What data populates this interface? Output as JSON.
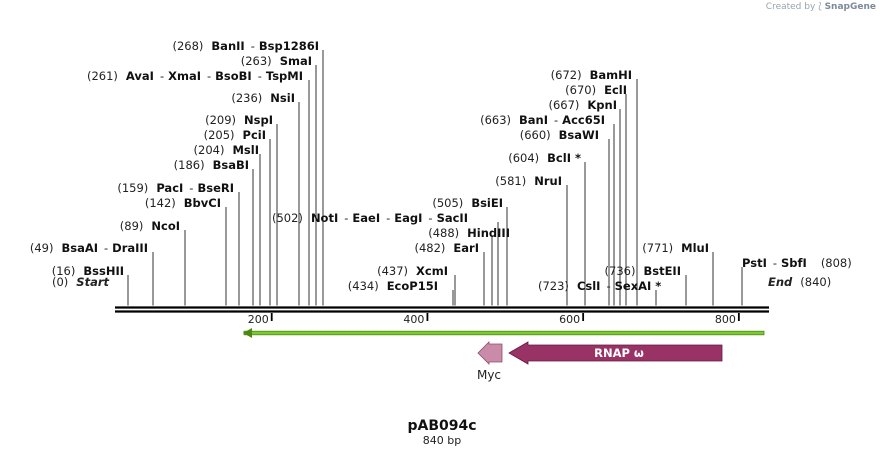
{
  "credit": {
    "prefix": "Created by",
    "brand": "SnapGene",
    "icon": "snapgene-logo-icon"
  },
  "map": {
    "name": "pAB094c",
    "length_label": "840 bp",
    "length_bp": 840,
    "ruler_ticks": [
      "200",
      "400",
      "600",
      "800"
    ],
    "start_label": {
      "num": "(0)",
      "name": "Start"
    },
    "end_label": {
      "num": "(840)",
      "name": "End"
    }
  },
  "sites": [
    {
      "num": "(16)",
      "names": [
        "BssHII"
      ],
      "star": false
    },
    {
      "num": "(49)",
      "names": [
        "BsaAI",
        "DraIII"
      ],
      "star": false
    },
    {
      "num": "(89)",
      "names": [
        "NcoI"
      ],
      "star": false
    },
    {
      "num": "(142)",
      "names": [
        "BbvCI"
      ],
      "star": false
    },
    {
      "num": "(159)",
      "names": [
        "PacI",
        "BseRI"
      ],
      "star": false
    },
    {
      "num": "(186)",
      "names": [
        "BsaBI"
      ],
      "star": false
    },
    {
      "num": "(204)",
      "names": [
        "MslI"
      ],
      "star": false
    },
    {
      "num": "(205)",
      "names": [
        "PciI"
      ],
      "star": false
    },
    {
      "num": "(209)",
      "names": [
        "NspI"
      ],
      "star": false
    },
    {
      "num": "(236)",
      "names": [
        "NsiI"
      ],
      "star": false
    },
    {
      "num": "(261)",
      "names": [
        "AvaI",
        "XmaI",
        "BsoBI",
        "TspMI"
      ],
      "star": false
    },
    {
      "num": "(263)",
      "names": [
        "SmaI"
      ],
      "star": false
    },
    {
      "num": "(268)",
      "names": [
        "BanII",
        "Bsp1286I"
      ],
      "star": false
    },
    {
      "num": "(502)",
      "names": [
        "NotI",
        "EaeI",
        "EagI",
        "SacII"
      ],
      "star": false
    },
    {
      "num": "(434)",
      "names": [
        "EcoP15I"
      ],
      "star": false
    },
    {
      "num": "(437)",
      "names": [
        "XcmI"
      ],
      "star": false
    },
    {
      "num": "(482)",
      "names": [
        "EarI"
      ],
      "star": false
    },
    {
      "num": "(488)",
      "names": [
        "HindIII"
      ],
      "star": false
    },
    {
      "num": "(505)",
      "names": [
        "BsiEI"
      ],
      "star": false
    },
    {
      "num": "(581)",
      "names": [
        "NruI"
      ],
      "star": false
    },
    {
      "num": "(604)",
      "names": [
        "BclI"
      ],
      "star": true
    },
    {
      "num": "(660)",
      "names": [
        "BsaWI"
      ],
      "star": false
    },
    {
      "num": "(663)",
      "names": [
        "BanI",
        "Acc65I"
      ],
      "star": false
    },
    {
      "num": "(667)",
      "names": [
        "KpnI"
      ],
      "star": false
    },
    {
      "num": "(670)",
      "names": [
        "EclI"
      ],
      "star": false
    },
    {
      "num": "(672)",
      "names": [
        "BamHI"
      ],
      "star": false
    },
    {
      "num": "(723)",
      "names": [
        "CslI",
        "SexAI"
      ],
      "star": true
    },
    {
      "num": "(736)",
      "names": [
        "BstEII"
      ],
      "star": false
    },
    {
      "num": "(771)",
      "names": [
        "MluI"
      ],
      "star": false
    },
    {
      "num": "(808)",
      "names": [
        "PstI",
        "SbfI"
      ],
      "star": false
    }
  ],
  "features": [
    {
      "name": "",
      "type": "primer-arrow",
      "direction": "reverse",
      "color": "#7ec832"
    },
    {
      "name": "Myc",
      "type": "tag-arrow",
      "direction": "reverse",
      "color": "#c98ba8"
    },
    {
      "name": "RNAP ω",
      "type": "cds-arrow",
      "direction": "reverse",
      "color": "#993366"
    }
  ]
}
